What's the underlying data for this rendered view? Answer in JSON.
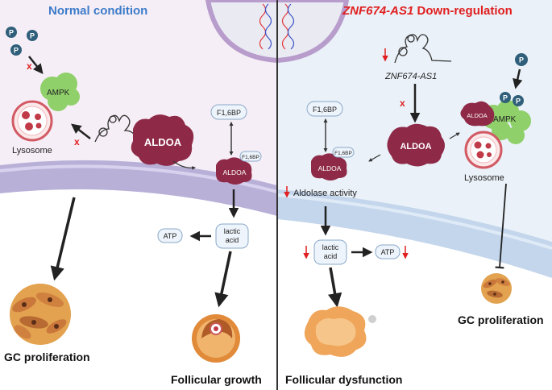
{
  "left_panel": {
    "title": "Normal condition",
    "lysosome_label": "Lysosome",
    "ampk_label": "AMPK",
    "aldoa_label": "ALDOA",
    "aldoa_small_label": "ALDOA",
    "f16bp_label": "F1,6BP",
    "f16bp_small_label": "F1,6BP",
    "lactic_acid_label": "lactic\nacid",
    "atp_label": "ATP",
    "gc_proliferation_label": "GC proliferation",
    "follicular_label": "Follicular growth",
    "phosphate_label": "P",
    "inhibit_mark": "x"
  },
  "right_panel": {
    "title_gene": "ZNF674-AS1",
    "title_rest": " Down-regulation",
    "gene_label": "ZNF674-AS1",
    "aldoa_label": "ALDOA",
    "aldoa_left_label": "ALDOA",
    "aldoa_small_label": "ALDOA",
    "f16bp_label": "F1,6BP",
    "f16bp_small_label": "F1,6BP",
    "aldolase_label": "Aldolase activity",
    "lactic_acid_label": "lactic\nacid",
    "atp_label": "ATP",
    "ampk_label": "AMPK",
    "lysosome_label": "Lysosome",
    "gc_proliferation_label": "GC proliferation",
    "follicular_label": "Follicular dysfunction",
    "phosphate_label": "P",
    "inhibit_mark": "x"
  },
  "colors": {
    "left_title": "#3d7cc9",
    "right_title": "#e02020",
    "aldoa": "#8e2a48",
    "ampk": "#8fd06a",
    "phosphate": "#2f5f7a",
    "down_arrow": "#e02020",
    "left_bg": "#f6eef6",
    "right_bg": "#eaf1f8"
  }
}
